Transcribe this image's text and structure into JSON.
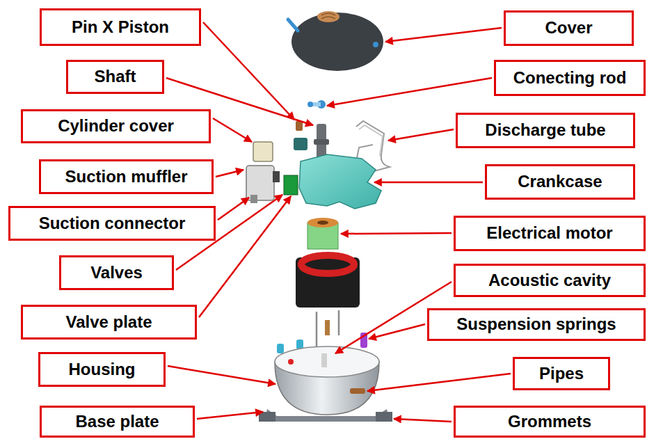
{
  "diagram": {
    "nodes": [
      {
        "text": [
          "Pin X Piston"
        ]
      },
      {
        "text": [
          "Cover"
        ]
      },
      {
        "text": [
          "Shaft"
        ]
      },
      {
        "text": [
          "Conecting rod"
        ]
      },
      {
        "text": [
          "Cylinder cover"
        ]
      },
      {
        "text": [
          "Discharge tube"
        ]
      },
      {
        "text": [
          "Suction muffler"
        ]
      },
      {
        "text": [
          "Crankcase"
        ]
      },
      {
        "text": [
          "Suction connector"
        ]
      },
      {
        "text": [
          "Electrical motor"
        ]
      },
      {
        "text": [
          "Valves"
        ]
      },
      {
        "text": [
          "Acoustic cavity"
        ]
      },
      {
        "text": [
          "Valve plate"
        ]
      },
      {
        "text": [
          "Suspension springs"
        ]
      },
      {
        "text": [
          "Housing"
        ]
      },
      {
        "text": [
          "Pipes"
        ]
      },
      {
        "text": [
          "Base plate"
        ]
      },
      {
        "text": [
          "Grommets"
        ]
      }
    ]
  }
}
